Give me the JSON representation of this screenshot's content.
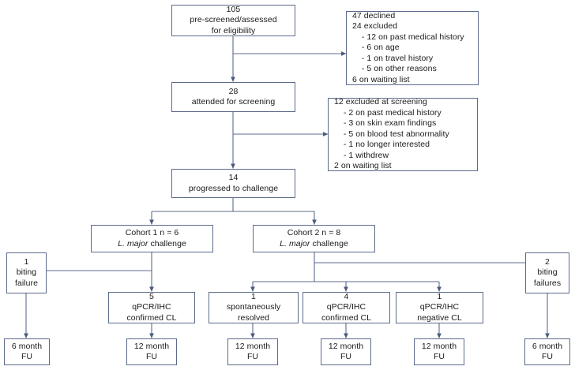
{
  "diagram": {
    "title": "Clinical trial participant flow diagram",
    "stroke_color": "#5c6b8a",
    "box_border_color": "#5c6b8a",
    "background": "#ffffff",
    "text_color": "#1a1a1a"
  },
  "nodes": {
    "prescreened": {
      "name": "pre-screened-box",
      "lines": [
        "105",
        "pre-screened/assessed",
        "for eligibility"
      ]
    },
    "excluded_eligibility": {
      "name": "excluded-eligibility-box",
      "lines": [
        "47 declined",
        "24 excluded",
        "    - 12 on past medical history",
        "    - 6 on age",
        "    - 1 on travel history",
        "    - 5 on other reasons",
        "6 on waiting list"
      ]
    },
    "attended": {
      "name": "attended-screening-box",
      "lines": [
        "28",
        "attended for screening"
      ]
    },
    "excluded_screening": {
      "name": "excluded-screening-box",
      "lines": [
        "12 excluded at screening",
        "    - 2 on past medical history",
        "    - 3 on skin exam findings",
        "    - 5 on blood test abnormality",
        "    - 1 no longer interested",
        "    - 1 withdrew",
        "2 on waiting list"
      ]
    },
    "progressed": {
      "name": "progressed-challenge-box",
      "lines": [
        "14",
        "progressed to challenge"
      ]
    },
    "cohort1": {
      "name": "cohort-1-box",
      "line1": "Cohort 1 n = 6",
      "line2_italic": "L. major",
      "line2_rest": " challenge"
    },
    "cohort2": {
      "name": "cohort-2-box",
      "line1": "Cohort 2 n = 8",
      "line2_italic": "L. major",
      "line2_rest": " challenge"
    },
    "biting_failure_left": {
      "name": "biting-failure-left-box",
      "lines": [
        "1",
        "biting",
        "failure"
      ]
    },
    "biting_failure_right": {
      "name": "biting-failures-right-box",
      "lines": [
        "2",
        "biting",
        "failures"
      ]
    },
    "c1_confirmed": {
      "name": "cohort1-qpcr-confirmed-box",
      "lines": [
        "5",
        "qPCR/IHC",
        "confirmed CL"
      ]
    },
    "c2_resolved": {
      "name": "cohort2-spontaneously-resolved-box",
      "lines": [
        "1",
        "spontaneously",
        "resolved"
      ]
    },
    "c2_confirmed": {
      "name": "cohort2-qpcr-confirmed-box",
      "lines": [
        "4",
        "qPCR/IHC",
        "confirmed CL"
      ]
    },
    "c2_negative": {
      "name": "cohort2-qpcr-negative-box",
      "lines": [
        "1",
        "qPCR/IHC",
        "negative CL"
      ]
    },
    "fu1": {
      "name": "followup-6-month-left-box",
      "lines": [
        "6 month",
        "FU"
      ]
    },
    "fu2": {
      "name": "followup-12-month-c1-box",
      "lines": [
        "12 month",
        "FU"
      ]
    },
    "fu3": {
      "name": "followup-12-month-resolved-box",
      "lines": [
        "12 month",
        "FU"
      ]
    },
    "fu4": {
      "name": "followup-12-month-confirmed-box",
      "lines": [
        "12 month",
        "FU"
      ]
    },
    "fu5": {
      "name": "followup-12-month-negative-box",
      "lines": [
        "12 month",
        "FU"
      ]
    },
    "fu6": {
      "name": "followup-6-month-right-box",
      "lines": [
        "6 month",
        "FU"
      ]
    }
  }
}
